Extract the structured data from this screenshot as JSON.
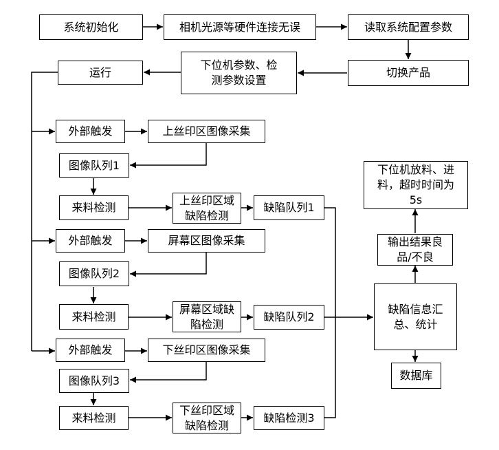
{
  "nodes": {
    "sys_init": "系统初始化",
    "hw_check": "相机光源等硬件连接无误",
    "read_config": "读取系统配置参数",
    "switch_product": "切换产品",
    "plc_params": "下位机参数、检测参数设置",
    "run": "运行",
    "trigger1": "外部触发",
    "capture1": "上丝印区图像采集",
    "queue1": "图像队列1",
    "detect1": "来料检测",
    "defect_detect1": "上丝印区域缺陷检测",
    "defect_queue1": "缺陷队列1",
    "trigger2": "外部触发",
    "capture2": "屏幕区图像采集",
    "queue2": "图像队列2",
    "detect2": "来料检测",
    "defect_detect2": "屏幕区域缺陷检测",
    "defect_queue2": "缺陷队列2",
    "trigger3": "外部触发",
    "capture3": "下丝印区图像采集",
    "queue3": "图像队列3",
    "detect3": "来料检测",
    "defect_detect3": "下丝印区域缺陷检测",
    "defect_queue3": "缺陷检测3",
    "summary": "缺陷信息汇总、统计",
    "output": "输出结果良品/不良",
    "plc_release": "下位机放料、进料，超时时间为5s",
    "database": "数据库"
  }
}
